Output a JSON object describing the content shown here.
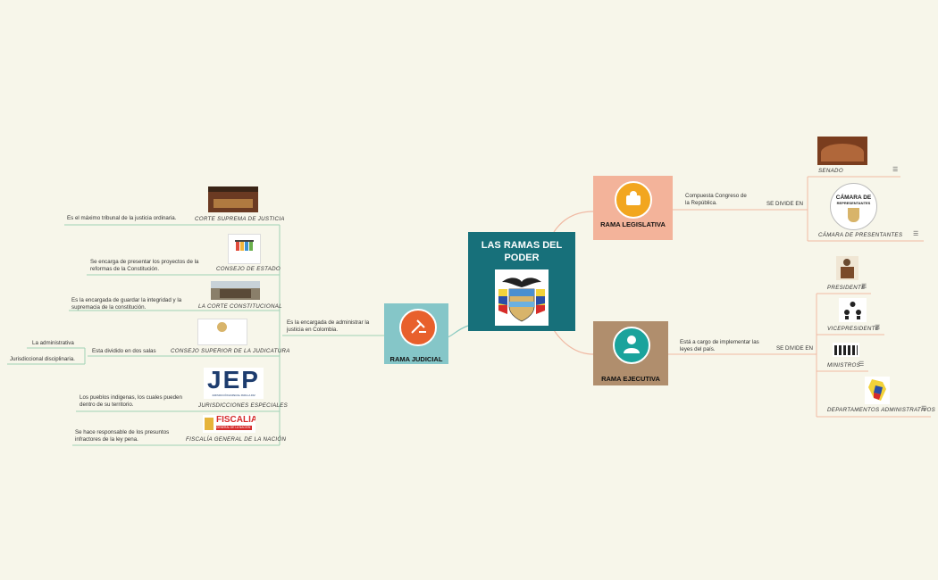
{
  "central": {
    "title_line1": "LAS RAMAS DEL",
    "title_line2": "PODER",
    "image_icon": "colombia-coat-of-arms"
  },
  "judicial": {
    "name": "RAMA JUDICIAL",
    "description_line1": "Es la encargada de administrar la",
    "description_line2": "justicia en Colombia.",
    "icon": "judge-gavel-icon",
    "items": [
      {
        "label": "CORTE SUPREMA DE JUSTICIA",
        "desc1": "Es el máximo tribunal de la justicia ordinaria.",
        "desc2": ""
      },
      {
        "label": "CONSEJO DE ESTADO",
        "desc1": "Se encarga de presentar los proyectos de la",
        "desc2": "reformas de la Constitución."
      },
      {
        "label": "LA CORTE CONSTITUCIONAL",
        "desc1": "Es la encargada de guardar la integridad y la",
        "desc2": "supremacia de la constitución."
      },
      {
        "label": "CONSEJO SUPERIOR DE LA JUDICATURA",
        "desc1": "Esta dividido en dos salas",
        "desc2": ""
      },
      {
        "label": "JURISDICCIONES ESPECIALES",
        "desc1": "Los pueblos indigenas, los cuales pueden",
        "desc2": "dentro de su territorio."
      },
      {
        "label": "FISCALÍA GENERAL DE LA NACIÓN",
        "desc1": "Se hace responsable de los presuntos",
        "desc2": "infractores de la ley pena."
      }
    ],
    "salas": [
      "La administrativa",
      "Jurisdiccional disciplinaria."
    ],
    "jep_logo": "JEP",
    "jep_sub": "JURISDICCIÓN ESPECIAL PARA LA PAZ",
    "fiscalia_logo": "FISCALÍA",
    "fiscalia_sub": "GENERAL DE LA NACIÓN"
  },
  "legislativa": {
    "name": "RAMA LEGISLATIVA",
    "description_line1": "Compuesta Congreso de",
    "description_line2": "la República.",
    "connector": "SE DIVIDE EN",
    "icon": "legislator-icon",
    "items": [
      {
        "label": "SENADO"
      },
      {
        "label": "CÁMARA DE PRESENTANTES"
      }
    ],
    "camara_logo_line1": "CÁMARA DE",
    "camara_logo_line2": "REPRESENTANTES"
  },
  "ejecutiva": {
    "name": "RAMA EJECUTIVA",
    "description_line1": "Está a cargo de implementar las",
    "description_line2": "leyes del país.",
    "connector": "SE DIVIDE EN",
    "icon": "executive-people-icon",
    "items": [
      {
        "label": "PRESIDENTE"
      },
      {
        "label": "VICEPRESIDENTE"
      },
      {
        "label": "MINISTROS"
      },
      {
        "label": "DEPARTAMENTOS ADMINISTRATIVOS"
      }
    ]
  },
  "colors": {
    "background": "#f7f6ea",
    "central": "#17707a",
    "judicial": "#85c6c8",
    "legislativa": "#f3b39a",
    "ejecutiva": "#b08e6d",
    "line_judicial": "#9fd1b4",
    "line_right": "#f0b9a3"
  }
}
